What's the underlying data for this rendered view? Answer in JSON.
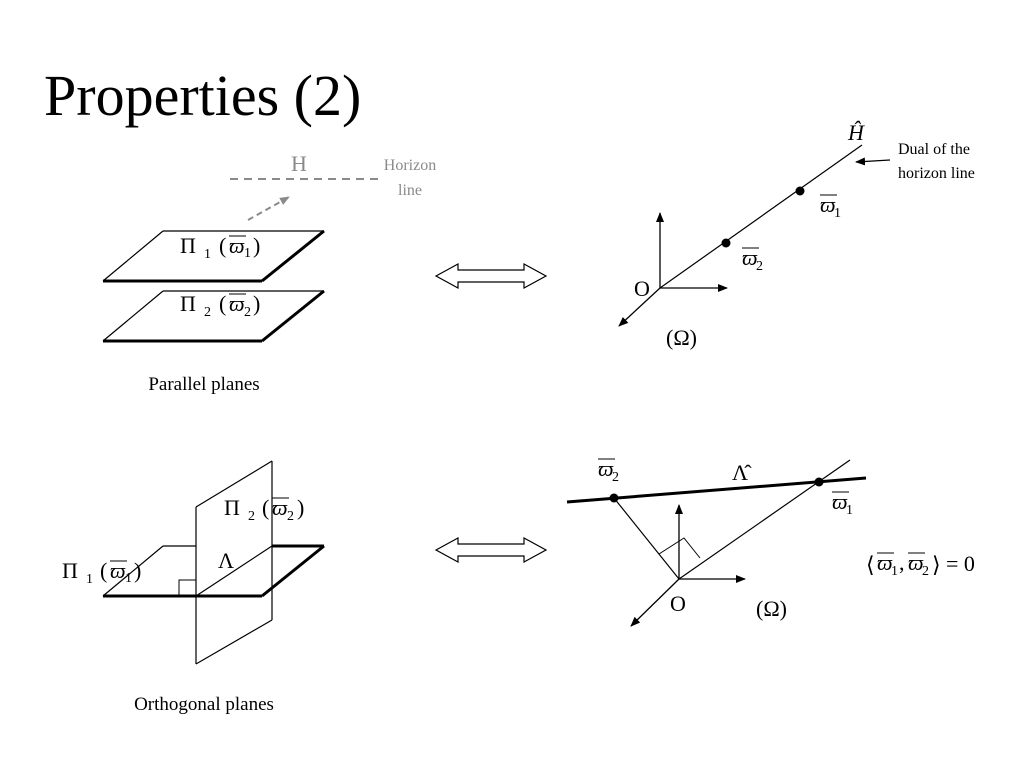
{
  "slide": {
    "title": "Properties (2)"
  },
  "parallel": {
    "horizon_H": "H",
    "horizon_label_1": "Horizon",
    "horizon_label_2": "line",
    "pi1": {
      "sym": "Π",
      "sub": "1",
      "open": "(",
      "omega": "ϖ",
      "omega_sub": "1",
      "close": ")"
    },
    "pi2": {
      "sym": "Π",
      "sub": "2",
      "open": "(",
      "omega": "ϖ",
      "omega_sub": "2",
      "close": ")"
    },
    "caption": "Parallel planes"
  },
  "parallel_dual": {
    "H_hat": "Ĥ",
    "dual_label_1": "Dual of the",
    "dual_label_2": "horizon line",
    "w1": {
      "omega": "ϖ",
      "sub": "1"
    },
    "w2": {
      "omega": "ϖ",
      "sub": "2"
    },
    "origin": "O",
    "omega_space": "(Ω)"
  },
  "orthogonal": {
    "pi1": {
      "sym": "Π",
      "sub": "1",
      "open": "(",
      "omega": "ϖ",
      "omega_sub": "1",
      "close": ")"
    },
    "pi2": {
      "sym": "Π",
      "sub": "2",
      "open": "(",
      "omega": "ϖ",
      "omega_sub": "2",
      "close": ")"
    },
    "lambda": "Λ",
    "caption": "Orthogonal planes"
  },
  "orthogonal_dual": {
    "lambda_hat": "Λ̂",
    "w1": {
      "omega": "ϖ",
      "sub": "1"
    },
    "w2": {
      "omega": "ϖ",
      "sub": "2"
    },
    "origin": "O",
    "omega_space": "(Ω)",
    "inner_product": {
      "left": "⟨",
      "omega": "ϖ",
      "sub1": "1",
      "comma": ",",
      "sub2": "2",
      "right": "⟩",
      "eq": "= 0"
    }
  },
  "icons": {
    "equivalence": "double-arrow-icon"
  }
}
